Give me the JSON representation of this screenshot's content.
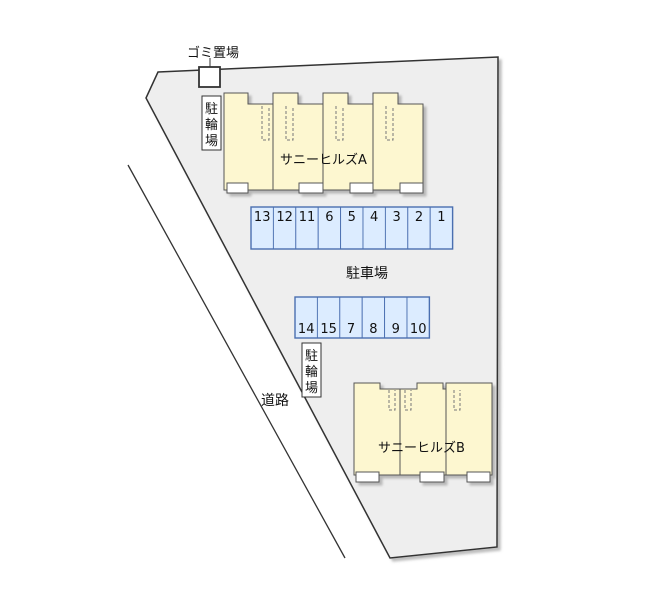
{
  "labels": {
    "garbage": "ゴミ置場",
    "bike_top": "駐輪場",
    "bike_mid": "駐輪場",
    "parking": "駐車場",
    "road": "道路",
    "building_a": "サニーヒルズA",
    "building_b": "サニーヒルズB"
  },
  "parking_rows": {
    "upper": [
      "13",
      "12",
      "11",
      "6",
      "5",
      "4",
      "3",
      "2",
      "1"
    ],
    "lower": [
      "14",
      "15",
      "7",
      "8",
      "9",
      "10"
    ]
  },
  "colors": {
    "lot": "#eeeeee",
    "building": "#fdf7d0",
    "parking_stall": "#dcecff",
    "parking_border": "#4a6fb0",
    "outline": "#333333"
  }
}
